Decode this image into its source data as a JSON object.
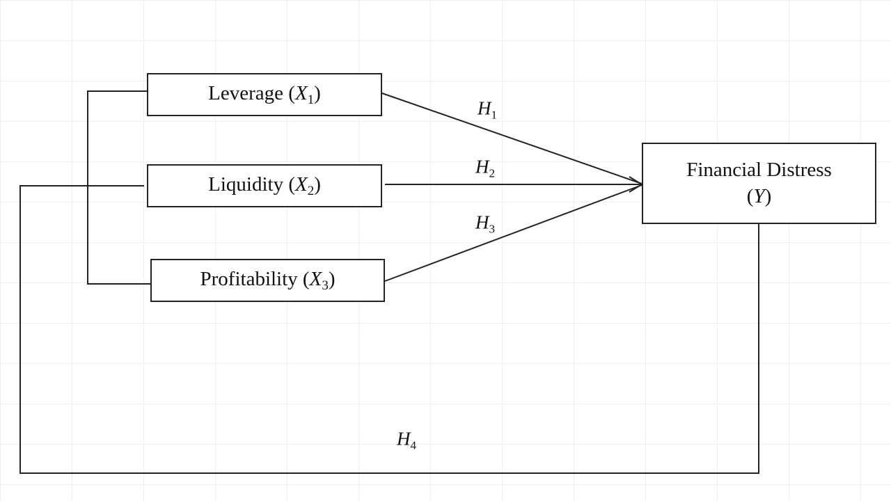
{
  "diagram": {
    "nodes": {
      "leverage": {
        "label": "Leverage (",
        "var": "X",
        "sub": "1",
        "close": ")"
      },
      "liquidity": {
        "label": "Liquidity (",
        "var": "X",
        "sub": "2",
        "close": ")"
      },
      "profitability": {
        "label": "Profitability (",
        "var": "X",
        "sub": "3",
        "close": ")"
      },
      "financial_distress": {
        "label": "Financial Distress",
        "line2_open": "(",
        "var": "Y",
        "line2_close": ")"
      }
    },
    "hypotheses": [
      {
        "letter": "H",
        "sub": "1",
        "from": "leverage",
        "to": "financial_distress"
      },
      {
        "letter": "H",
        "sub": "2",
        "from": "liquidity",
        "to": "financial_distress"
      },
      {
        "letter": "H",
        "sub": "3",
        "from": "profitability",
        "to": "financial_distress"
      },
      {
        "letter": "H",
        "sub": "4",
        "from": "leverage, liquidity, profitability",
        "to": "financial_distress"
      }
    ],
    "colors": {
      "line": "#222222",
      "text": "#111111",
      "background": "#ffffff"
    }
  }
}
